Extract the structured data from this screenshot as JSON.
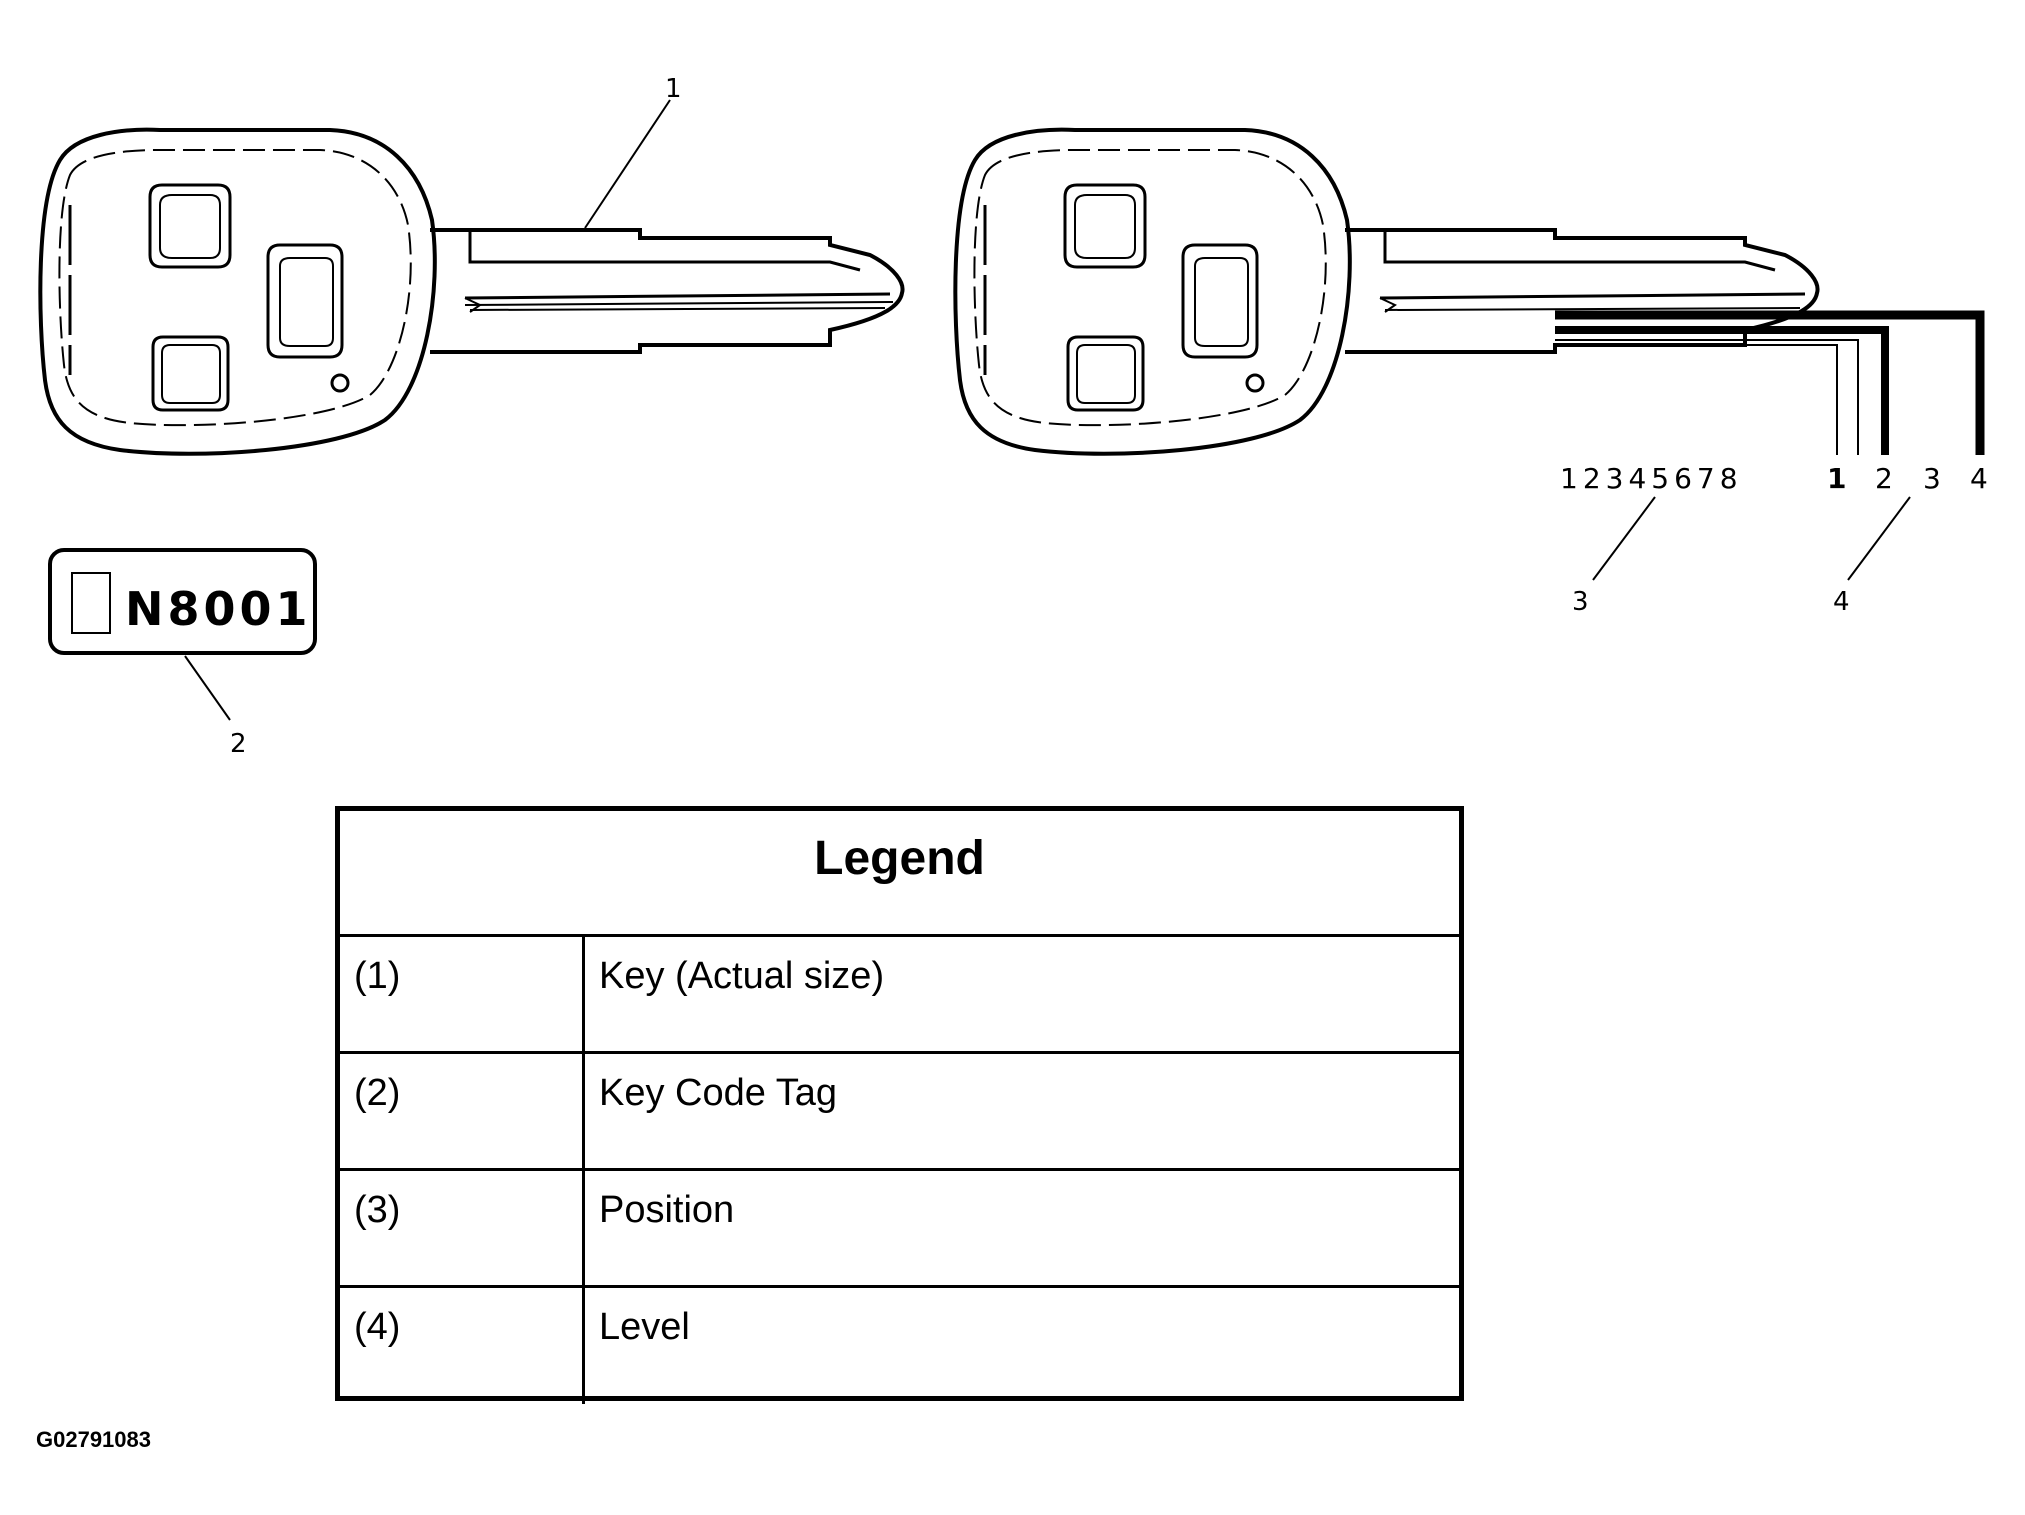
{
  "callouts": {
    "key": "1",
    "tag": "2",
    "position": "3",
    "level": "4"
  },
  "key_code_tag": {
    "code": "N8001"
  },
  "position_scale": "12345678",
  "level_scale": [
    "1",
    "2",
    "3",
    "4"
  ],
  "legend": {
    "title": "Legend",
    "rows": [
      {
        "ref": "(1)",
        "desc": "Key (Actual size)"
      },
      {
        "ref": "(2)",
        "desc": "Key Code Tag"
      },
      {
        "ref": "(3)",
        "desc": "Position"
      },
      {
        "ref": "(4)",
        "desc": "Level"
      }
    ]
  },
  "figure_id": "G02791083"
}
